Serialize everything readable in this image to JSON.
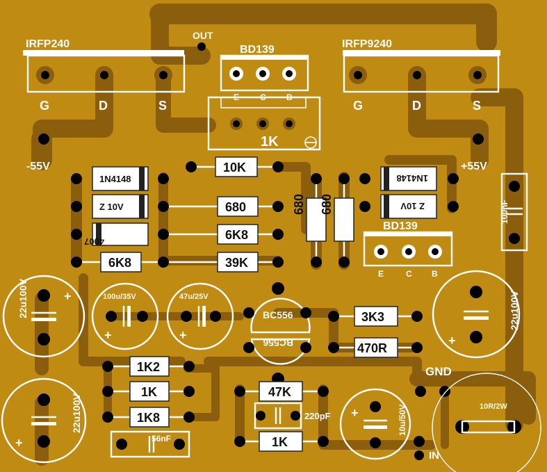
{
  "board": {
    "colors": {
      "base": "#bf8b12",
      "copper": "#8a5e0c",
      "silk": "#ffffff",
      "hole": "#000000"
    },
    "transistors": {
      "q_left": {
        "name": "IRFP240",
        "pins": [
          "G",
          "D",
          "S"
        ]
      },
      "q_right": {
        "name": "IRFP9240",
        "pins": [
          "G",
          "D",
          "S"
        ]
      },
      "bd_top": {
        "name": "BD139",
        "pins": [
          "E",
          "C",
          "B"
        ]
      },
      "bd_mid": {
        "name": "BD139",
        "pins": [
          "E",
          "C",
          "B"
        ]
      },
      "bc_top": {
        "name": "BC556"
      },
      "bc_bottom": {
        "name": "BC556"
      }
    },
    "pot": {
      "label": "1K"
    },
    "connectors": {
      "out": "OUT",
      "neg": "-55V",
      "pos": "+55V",
      "gnd": "GND",
      "in": "IN"
    },
    "resistors": {
      "r_10k": "10K",
      "r_680": "680",
      "r_6k8a": "6K8",
      "r_6k8b": "6K8",
      "r_39k": "39K",
      "r_680v1": "680",
      "r_680v2": "680",
      "r_3k3": "3K3",
      "r_470": "470R",
      "r_1k2": "1K2",
      "r_1k": "1K",
      "r_1k8": "1K8",
      "r_47k": "47K",
      "r_1k_in": "1K"
    },
    "diodes": {
      "d_1n4148_l": "1N4148",
      "d_z10_l": "Z 10V",
      "d_4007": "4007",
      "d_1n4148_r": "1N4148",
      "d_z10_r": "Z 10V"
    },
    "capacitors": {
      "c_22u_tl": "22u100V",
      "c_100u": "100u/35V",
      "c_47u": "47u/25V",
      "c_22u_r": "22u100V",
      "c_22u_bl": "22u100V",
      "c_10u": "10u/50V",
      "c_220p": "220pF",
      "c_56n": "56nF",
      "c_100n": "100nF"
    },
    "misc": {
      "plus": "+",
      "r_10r": "10R/2W"
    }
  }
}
